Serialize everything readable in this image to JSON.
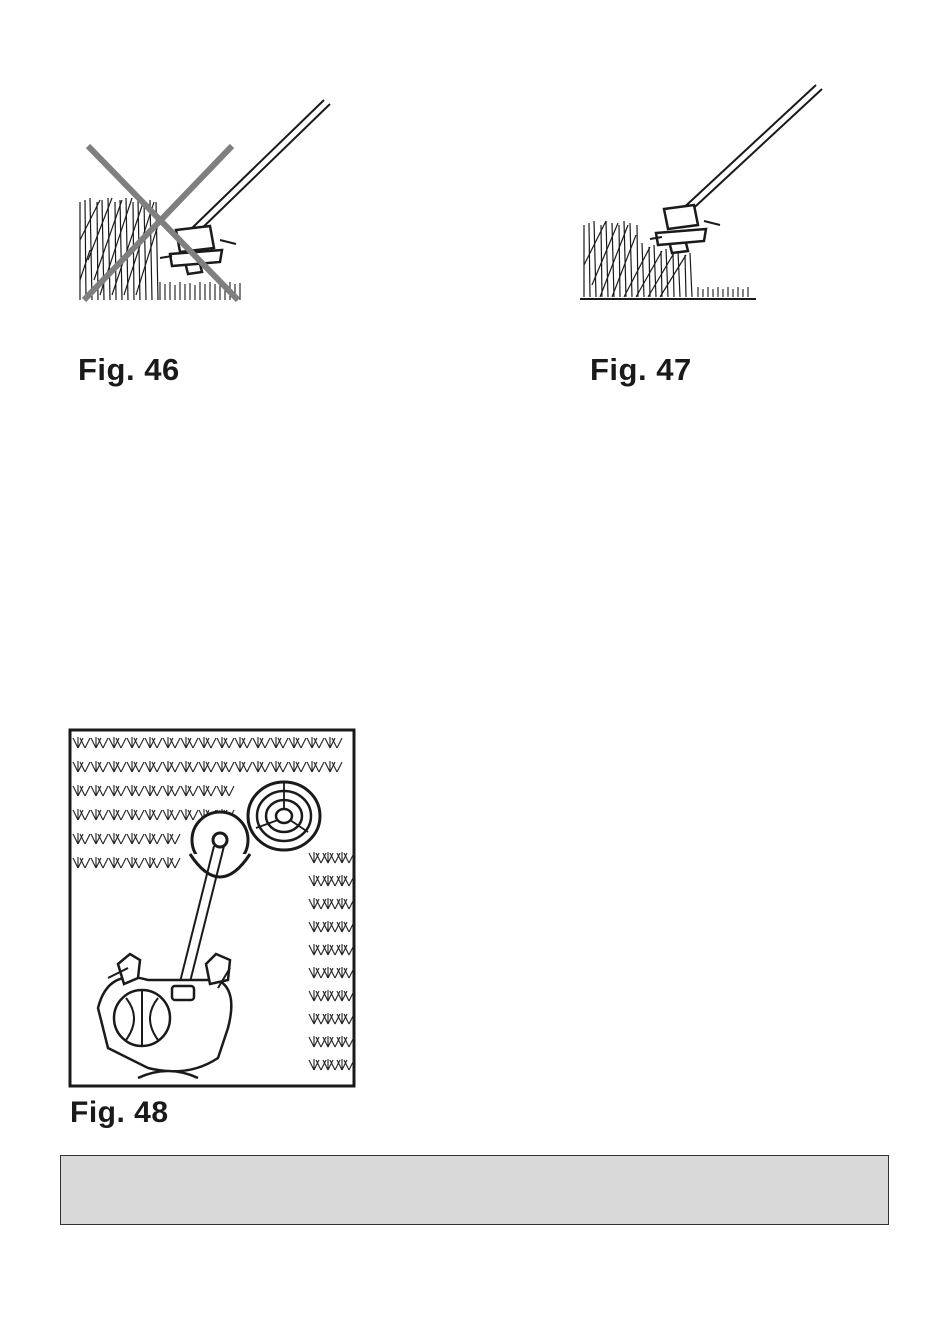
{
  "figures": [
    {
      "id": "fig46",
      "caption": "Fig. 46"
    },
    {
      "id": "fig47",
      "caption": "Fig. 47"
    },
    {
      "id": "fig48",
      "caption": "Fig. 48"
    }
  ],
  "colors": {
    "ink": "#1a1a1a",
    "cross": "#808080",
    "footer_bg": "#d9d9d9"
  },
  "icons": {
    "fig46": "trimmer-cutting-tall-grass-wrong-icon",
    "fig47": "trimmer-cutting-tall-grass-correct-icon",
    "fig48": "operator-top-view-trimmer-around-tree-icon"
  }
}
